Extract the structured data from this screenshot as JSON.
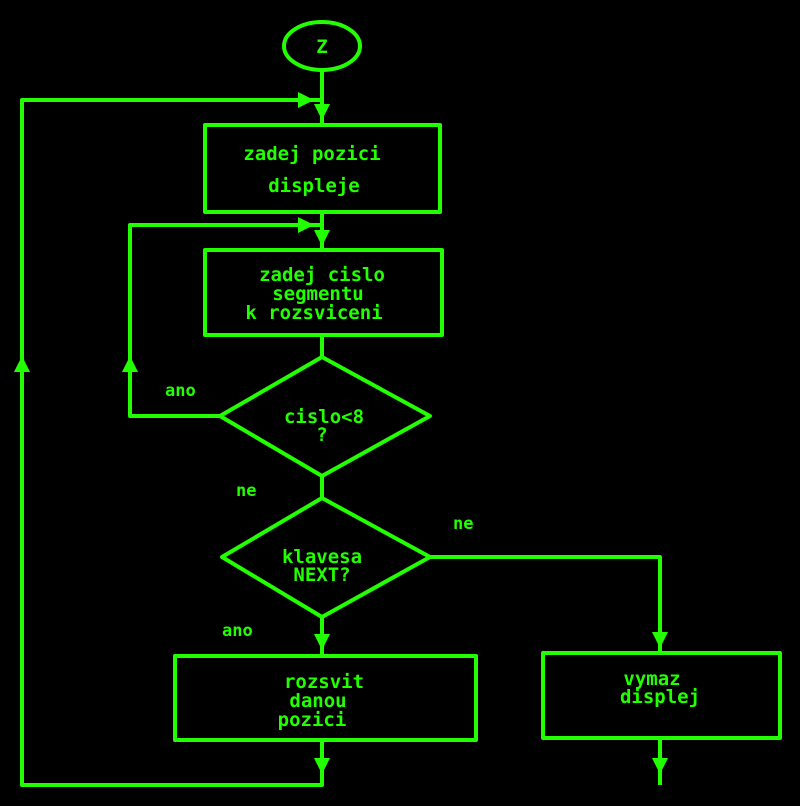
{
  "colors": {
    "foreground": "#22ff00",
    "background": "#000000"
  },
  "start": {
    "label": "Z"
  },
  "box1": {
    "lines": [
      "zadej pozici",
      "displeje"
    ]
  },
  "box2": {
    "lines": [
      "zadej cislo",
      "segmentu",
      "k rozsviceni"
    ]
  },
  "decision1": {
    "lines": [
      "cislo<8",
      "?"
    ],
    "yes_label": "ano",
    "no_label": "ne"
  },
  "decision2": {
    "lines": [
      "klavesa",
      "NEXT?"
    ],
    "yes_label": "ano",
    "no_label": "ne"
  },
  "box3": {
    "lines": [
      "rozsvit",
      "danou",
      "pozici"
    ]
  },
  "box4": {
    "lines": [
      "vymaz",
      "displej"
    ]
  }
}
